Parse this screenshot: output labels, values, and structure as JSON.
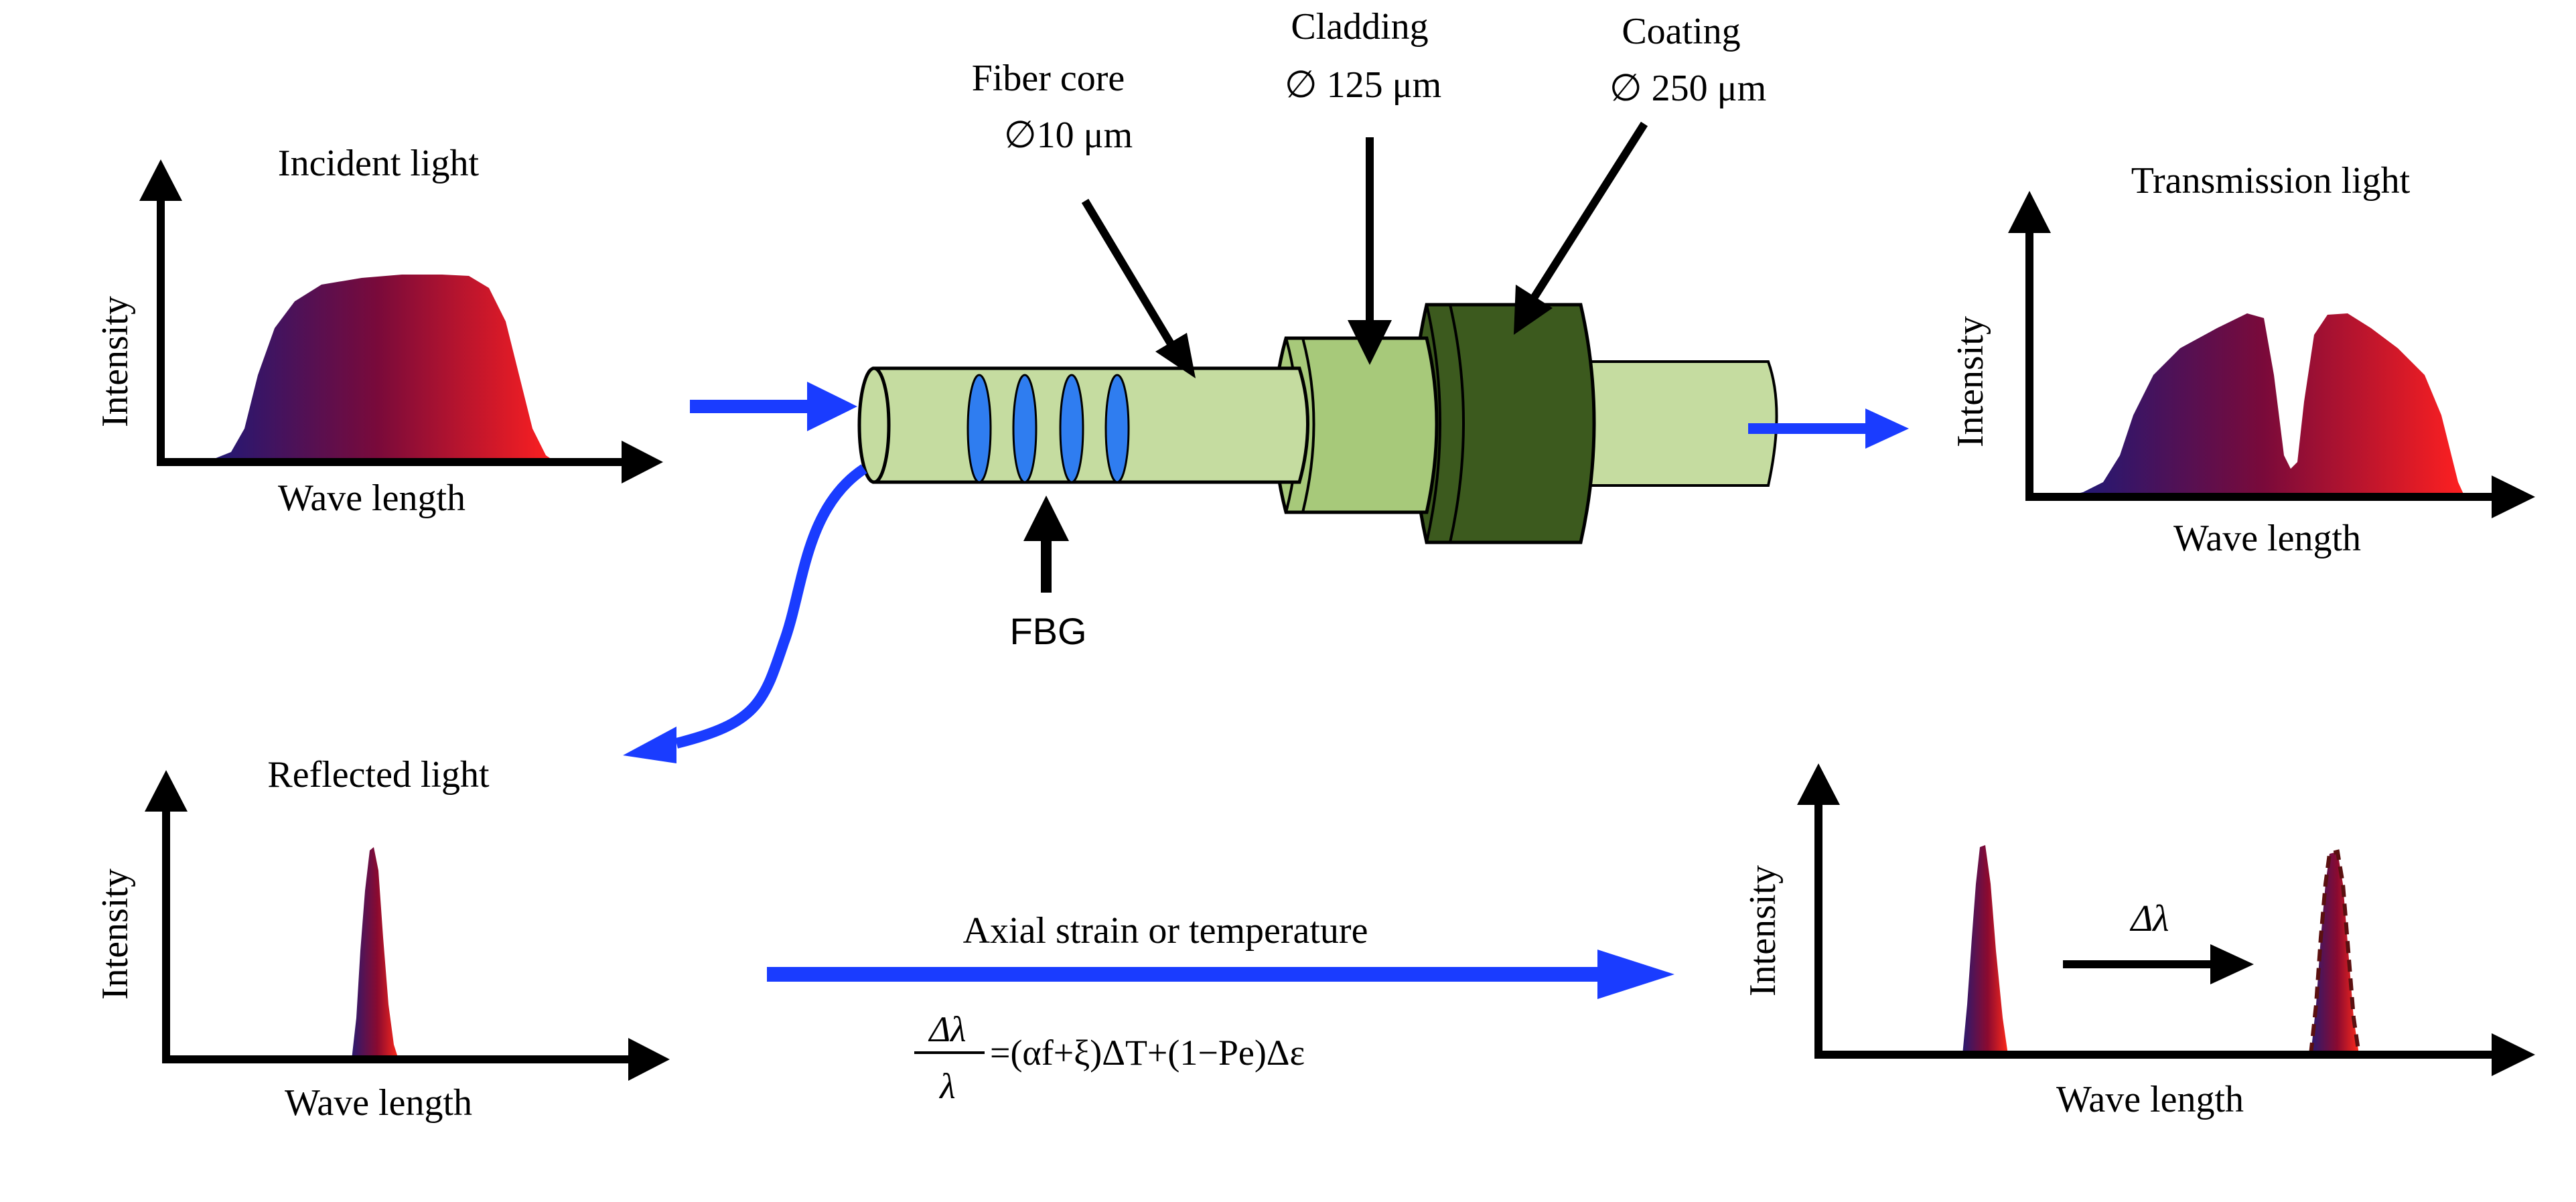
{
  "panels": {
    "incident": {
      "title": "Incident light",
      "ylabel": "Intensity",
      "xlabel": "Wave length"
    },
    "transmission": {
      "title": "Transmission light",
      "ylabel": "Intensity",
      "xlabel": "Wave length"
    },
    "reflected": {
      "title": "Reflected light",
      "ylabel": "Intensity",
      "xlabel": "Wave length"
    },
    "shifted": {
      "ylabel": "Intensity",
      "xlabel": "Wave length",
      "shift_label": "Δλ"
    }
  },
  "fiber": {
    "core_label": "Fiber core",
    "core_size": "∅10 μm",
    "cladding_label": "Cladding",
    "cladding_size": "∅ 125 μm",
    "coating_label": "Coating",
    "coating_size": "∅ 250 μm",
    "fbg_label": "FBG"
  },
  "strain": {
    "label": "Axial strain or temperature",
    "formula_numerator": "Δλ",
    "formula_denominator": "λ",
    "formula_rhs": "=(αf+ξ)ΔT+(1−Pe)Δε"
  },
  "colors": {
    "arrow_blue": "#1a3cff",
    "spectrum_start": "#1a1a7a",
    "spectrum_mid": "#7a0a3a",
    "spectrum_end": "#ff2020",
    "core": "#c5dca0",
    "cladding": "#a7c97a",
    "coating": "#3c5a1e",
    "grating": "#2f7df0"
  }
}
